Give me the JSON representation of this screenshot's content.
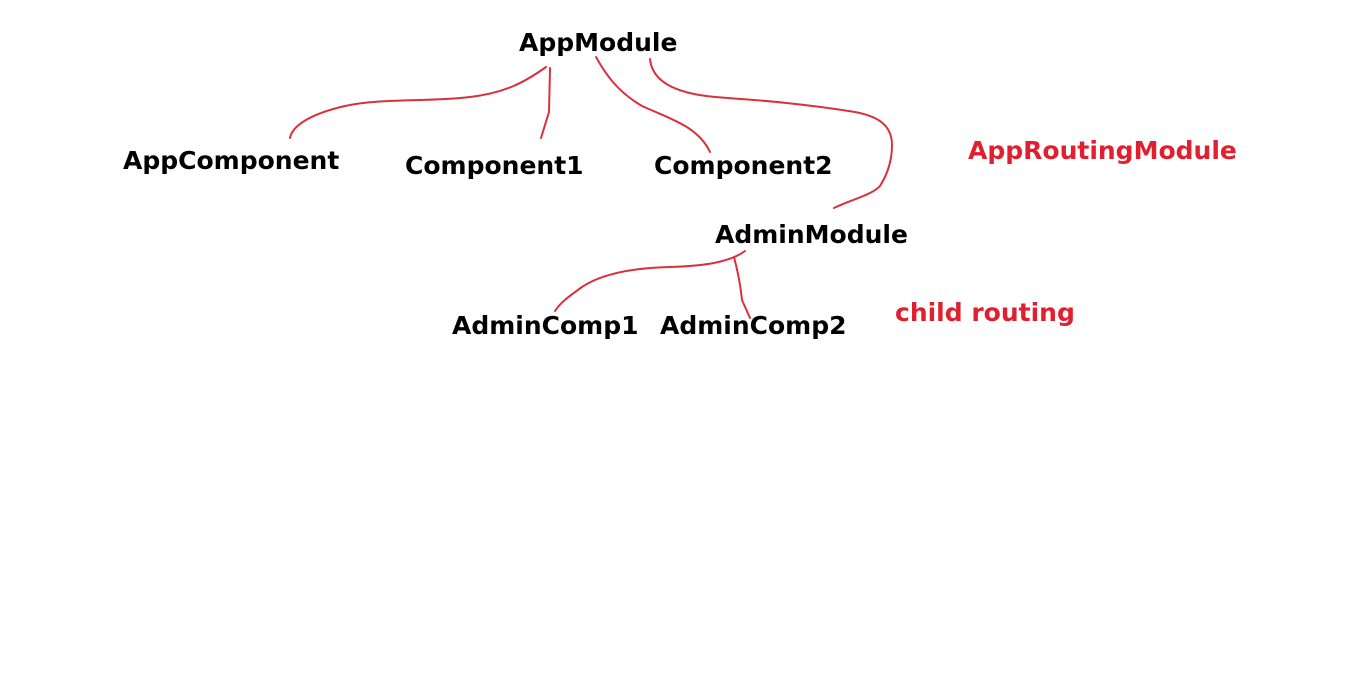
{
  "diagram": {
    "nodes": {
      "app_module": "AppModule",
      "app_component": "AppComponent",
      "component1": "Component1",
      "component2": "Component2",
      "admin_module": "AdminModule",
      "admin_comp1": "AdminComp1",
      "admin_comp2": "AdminComp2"
    },
    "notes": {
      "app_routing": "AppRoutingModule",
      "child_routing": "child routing"
    },
    "edges": [
      {
        "from": "AppModule",
        "to": "AppComponent"
      },
      {
        "from": "AppModule",
        "to": "Component1"
      },
      {
        "from": "AppModule",
        "to": "Component2"
      },
      {
        "from": "AppModule",
        "to": "AdminModule"
      },
      {
        "from": "AdminModule",
        "to": "AdminComp1"
      },
      {
        "from": "AdminModule",
        "to": "AdminComp2"
      }
    ],
    "colors": {
      "text": "#000000",
      "annotation": "#e0202e",
      "edge": "#d9313b",
      "background": "#ffffff"
    }
  }
}
